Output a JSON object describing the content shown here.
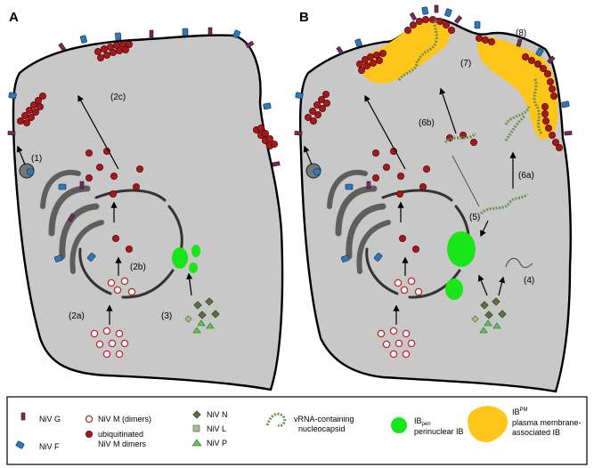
{
  "panels": {
    "a": "A",
    "b": "B"
  },
  "steps_a": {
    "s1": "(1)",
    "s2a": "(2a)",
    "s2b": "(2b)",
    "s2c": "(2c)",
    "s3": "(3)"
  },
  "steps_b": {
    "s4": "(4)",
    "s5": "(5)",
    "s6a": "(6a)",
    "s6b": "(6b)",
    "s7": "(7)",
    "s8": "(8)"
  },
  "legend": {
    "niv_g": "NiV G",
    "niv_f": "NiV F",
    "m_dimers": "NiV M (dimers)",
    "ub_line1": "ubiquitinated",
    "ub_line2": "NiV M dimers",
    "niv_n": "NiV N",
    "niv_l": "NiV L",
    "niv_p": "NiV P",
    "vrna_line1": "vRNA-containing",
    "vrna_line2": "nucleocapsid",
    "ib_peri_main": "IB",
    "ib_peri_sub": "peri",
    "ib_peri_line2": "perinuclear IB",
    "ib_pm_main": "IB",
    "ib_pm_sup": "PM",
    "ib_pm_line2": "plasma membrane-",
    "ib_pm_line3": "associated IB"
  },
  "colors": {
    "cell": "#c8c8c8",
    "membrane": "#000000",
    "m_dimer": "#c0282e",
    "ub_dimer": "#a5181c",
    "niv_g": "#7b2a60",
    "niv_f": "#2f78b8",
    "golgi": "#5e5e5e",
    "n_protein": "#5c7040",
    "l_protein": "#a8c088",
    "p_protein": "#5ec94a",
    "nucleocapsid": "#6f8f4e",
    "ib_peri": "#19e619",
    "ib_pm": "#ffc61a"
  }
}
